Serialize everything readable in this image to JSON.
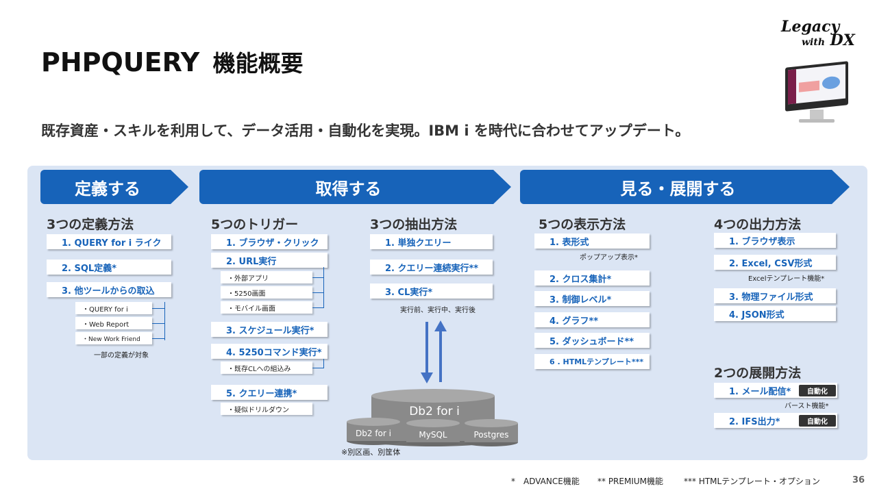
{
  "header": {
    "title": "PHPQUERY",
    "title_sub": "機能概要",
    "subtitle": "既存資産・スキルを利用して、データ活用・自動化を実現。IBM i を時代に合わせてアップデート。",
    "logo_line1": "Legacy",
    "logo_line2_small": "with",
    "logo_line2": " DX"
  },
  "phases": {
    "define": "定義する",
    "get": "取得する",
    "view": "見る・展開する"
  },
  "define": {
    "title": "3つの定義方法",
    "items": [
      "1. QUERY for i ライク",
      "2. SQL定義*",
      "3. 他ツールからの取込"
    ],
    "subitems": [
      "・QUERY for i",
      "・Web Report",
      "・New Work Friend"
    ],
    "note": "一部の定義が対象"
  },
  "triggers": {
    "title": "5つのトリガー",
    "items": [
      "1. ブラウザ・クリック",
      "2. URL実行",
      "3. スケジュール実行*",
      "4. 5250コマンド実行*",
      "5. クエリー連携*"
    ],
    "url_sub": [
      "・外部アプリ",
      "・5250画面",
      "・モバイル画面"
    ],
    "cmd_sub": [
      "・既存CLへの組込み"
    ],
    "link_sub": [
      "・疑似ドリルダウン"
    ]
  },
  "extract": {
    "title": "3つの抽出方法",
    "items": [
      "1. 単独クエリー",
      "2. クエリー連続実行**",
      "3. CL実行*"
    ],
    "note": "実行前、実行中、実行後"
  },
  "db": {
    "main": "Db2 for i",
    "subs": [
      "Db2 for i",
      "MySQL",
      "Postgres"
    ],
    "note": "※別区画、別筐体"
  },
  "display": {
    "title": "5つの表示方法",
    "items": [
      "1. 表形式",
      "2. クロス集計*",
      "3. 制御レベル*",
      "4. グラフ**",
      "5. ダッシュボード**",
      "6 . HTMLテンプレート***"
    ],
    "note": "ポップアップ表示*"
  },
  "output": {
    "title": "4つの出力方法",
    "items": [
      "1.  ブラウザ表示",
      "2.  Excel, CSV形式",
      "3.  物理ファイル形式",
      "4.  JSON形式"
    ],
    "note": "Excelテンプレート機能*"
  },
  "deploy": {
    "title": "2つの展開方法",
    "items": [
      "1.  メール配信*",
      "2. IFS出力*"
    ],
    "badge": "自動化",
    "note": "バースト機能*"
  },
  "footer": {
    "legend1": "*　ADVANCE機能",
    "legend2": "**  PREMIUM機能",
    "legend3": "***  HTMLテンプレート・オプション",
    "page": "36"
  },
  "colors": {
    "accent": "#1763b9",
    "panel": "#dbe5f4",
    "db": "#8a8a8a"
  }
}
